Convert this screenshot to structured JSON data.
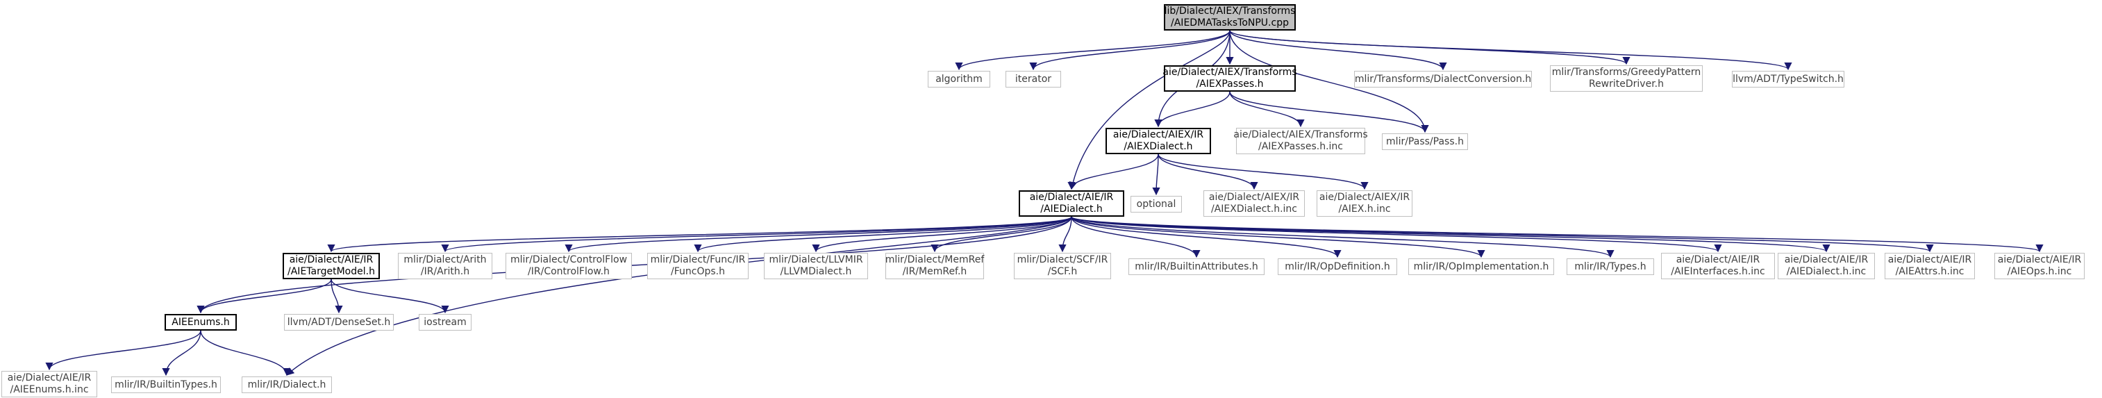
{
  "diagram": {
    "nodes": [
      {
        "id": "root",
        "label": "lib/Dialect/AIEX/Transforms\n/AIEDMATasksToNPU.cpp",
        "kind": "root"
      },
      {
        "id": "algorithm",
        "label": "algorithm",
        "kind": "ext"
      },
      {
        "id": "iterator",
        "label": "iterator",
        "kind": "ext"
      },
      {
        "id": "aiexpasses",
        "label": "aie/Dialect/AIEX/Transforms\n/AIEXPasses.h",
        "kind": "local"
      },
      {
        "id": "dialectconv",
        "label": "mlir/Transforms/DialectConversion.h",
        "kind": "ext"
      },
      {
        "id": "greedy",
        "label": "mlir/Transforms/GreedyPattern\nRewriteDriver.h",
        "kind": "ext"
      },
      {
        "id": "typeswitch",
        "label": "llvm/ADT/TypeSwitch.h",
        "kind": "ext"
      },
      {
        "id": "aiexdialect",
        "label": "aie/Dialect/AIEX/IR\n/AIEXDialect.h",
        "kind": "local"
      },
      {
        "id": "aiexpassesinc",
        "label": "aie/Dialect/AIEX/Transforms\n/AIEXPasses.h.inc",
        "kind": "ext"
      },
      {
        "id": "pass",
        "label": "mlir/Pass/Pass.h",
        "kind": "ext"
      },
      {
        "id": "aiedialect",
        "label": "aie/Dialect/AIE/IR\n/AIEDialect.h",
        "kind": "local"
      },
      {
        "id": "optional",
        "label": "optional",
        "kind": "ext"
      },
      {
        "id": "aiexdialectinc",
        "label": "aie/Dialect/AIEX/IR\n/AIEXDialect.h.inc",
        "kind": "ext"
      },
      {
        "id": "aiexinc",
        "label": "aie/Dialect/AIEX/IR\n/AIEX.h.inc",
        "kind": "ext"
      },
      {
        "id": "aietarget",
        "label": "aie/Dialect/AIE/IR\n/AIETargetModel.h",
        "kind": "local"
      },
      {
        "id": "arith",
        "label": "mlir/Dialect/Arith\n/IR/Arith.h",
        "kind": "ext"
      },
      {
        "id": "controlflow",
        "label": "mlir/Dialect/ControlFlow\n/IR/ControlFlow.h",
        "kind": "ext"
      },
      {
        "id": "funcops",
        "label": "mlir/Dialect/Func/IR\n/FuncOps.h",
        "kind": "ext"
      },
      {
        "id": "llvmdialect",
        "label": "mlir/Dialect/LLVMIR\n/LLVMDialect.h",
        "kind": "ext"
      },
      {
        "id": "memref",
        "label": "mlir/Dialect/MemRef\n/IR/MemRef.h",
        "kind": "ext"
      },
      {
        "id": "scf",
        "label": "mlir/Dialect/SCF/IR\n/SCF.h",
        "kind": "ext"
      },
      {
        "id": "builtinattr",
        "label": "mlir/IR/BuiltinAttributes.h",
        "kind": "ext"
      },
      {
        "id": "opdef",
        "label": "mlir/IR/OpDefinition.h",
        "kind": "ext"
      },
      {
        "id": "opimpl",
        "label": "mlir/IR/OpImplementation.h",
        "kind": "ext"
      },
      {
        "id": "types",
        "label": "mlir/IR/Types.h",
        "kind": "ext"
      },
      {
        "id": "aieinterfaces",
        "label": "aie/Dialect/AIE/IR\n/AIEInterfaces.h.inc",
        "kind": "ext"
      },
      {
        "id": "aiedialectinc",
        "label": "aie/Dialect/AIE/IR\n/AIEDialect.h.inc",
        "kind": "ext"
      },
      {
        "id": "aieattrs",
        "label": "aie/Dialect/AIE/IR\n/AIEAttrs.h.inc",
        "kind": "ext"
      },
      {
        "id": "aieops",
        "label": "aie/Dialect/AIE/IR\n/AIEOps.h.inc",
        "kind": "ext"
      },
      {
        "id": "aieenums",
        "label": "AIEEnums.h",
        "kind": "local"
      },
      {
        "id": "denseset",
        "label": "llvm/ADT/DenseSet.h",
        "kind": "ext"
      },
      {
        "id": "iostream",
        "label": "iostream",
        "kind": "ext"
      },
      {
        "id": "aieenumsinc",
        "label": "aie/Dialect/AIE/IR\n/AIEEnums.h.inc",
        "kind": "ext"
      },
      {
        "id": "builtintypes",
        "label": "mlir/IR/BuiltinTypes.h",
        "kind": "ext"
      },
      {
        "id": "irdialect",
        "label": "mlir/IR/Dialect.h",
        "kind": "ext"
      }
    ],
    "edges": [
      [
        "root",
        "algorithm"
      ],
      [
        "root",
        "iterator"
      ],
      [
        "root",
        "aiexpasses"
      ],
      [
        "root",
        "dialectconv"
      ],
      [
        "root",
        "greedy"
      ],
      [
        "root",
        "typeswitch"
      ],
      [
        "root",
        "aiexdialect"
      ],
      [
        "root",
        "pass"
      ],
      [
        "root",
        "aiedialect"
      ],
      [
        "aiexpasses",
        "aiexdialect"
      ],
      [
        "aiexpasses",
        "aiexpassesinc"
      ],
      [
        "aiexpasses",
        "pass"
      ],
      [
        "aiexdialect",
        "aiedialect"
      ],
      [
        "aiexdialect",
        "optional"
      ],
      [
        "aiexdialect",
        "aiexdialectinc"
      ],
      [
        "aiexdialect",
        "aiexinc"
      ],
      [
        "aiedialect",
        "aietarget"
      ],
      [
        "aiedialect",
        "arith"
      ],
      [
        "aiedialect",
        "controlflow"
      ],
      [
        "aiedialect",
        "funcops"
      ],
      [
        "aiedialect",
        "llvmdialect"
      ],
      [
        "aiedialect",
        "memref"
      ],
      [
        "aiedialect",
        "scf"
      ],
      [
        "aiedialect",
        "builtinattr"
      ],
      [
        "aiedialect",
        "opdef"
      ],
      [
        "aiedialect",
        "opimpl"
      ],
      [
        "aiedialect",
        "types"
      ],
      [
        "aiedialect",
        "aieinterfaces"
      ],
      [
        "aiedialect",
        "aiedialectinc"
      ],
      [
        "aiedialect",
        "aieattrs"
      ],
      [
        "aiedialect",
        "aieops"
      ],
      [
        "aiedialect",
        "aieenums"
      ],
      [
        "aiedialect",
        "irdialect"
      ],
      [
        "aietarget",
        "aieenums"
      ],
      [
        "aietarget",
        "denseset"
      ],
      [
        "aietarget",
        "iostream"
      ],
      [
        "aieenums",
        "aieenumsinc"
      ],
      [
        "aieenums",
        "builtintypes"
      ],
      [
        "aieenums",
        "irdialect"
      ]
    ],
    "colors": {
      "edge": "#191970",
      "local_border": "#000000",
      "external_border": "#bfbfbf",
      "external_text": "#404040",
      "root_fill": "#bfbfbf"
    }
  }
}
